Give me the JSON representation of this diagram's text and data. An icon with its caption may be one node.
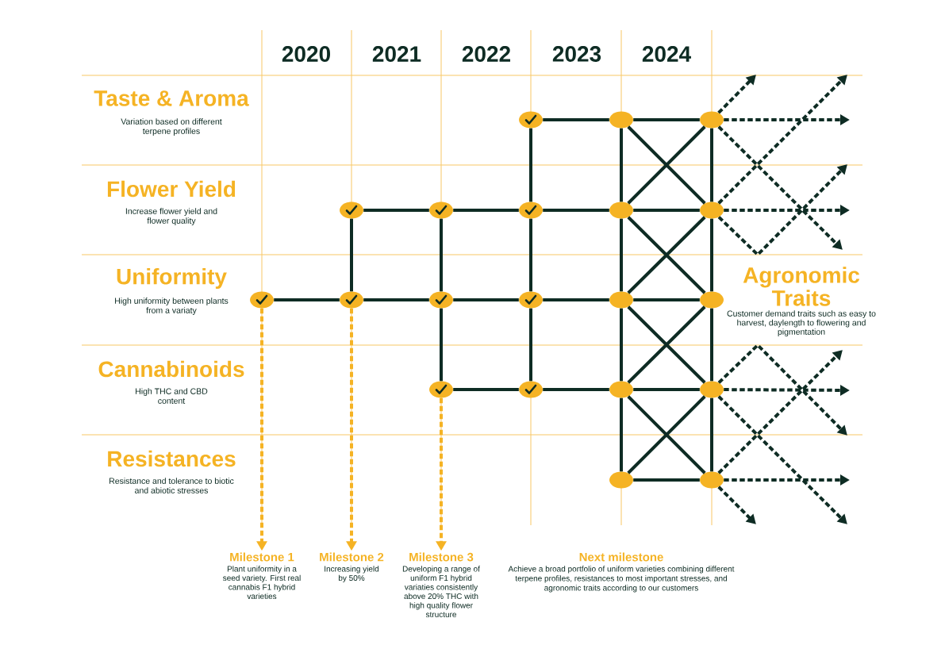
{
  "diagram": {
    "nodes": [
      {
        "text": [],
        "shape": "tick"
      },
      {
        "text": [],
        "shape": "ellipse"
      },
      {
        "text": [],
        "shape": "ellipse"
      },
      {
        "text": [],
        "shape": "tick"
      },
      {
        "text": [],
        "shape": "tick"
      },
      {
        "text": [],
        "shape": "tick"
      },
      {
        "text": [],
        "shape": "ellipse"
      },
      {
        "text": [],
        "shape": "ellipse"
      },
      {
        "text": [],
        "shape": "tick"
      },
      {
        "text": [],
        "shape": "tick"
      },
      {
        "text": [],
        "shape": "tick"
      },
      {
        "text": [],
        "shape": "tick"
      },
      {
        "text": [],
        "shape": "ellipse"
      },
      {
        "text": [],
        "shape": "ellipse"
      },
      {
        "text": [],
        "shape": "tick"
      },
      {
        "text": [],
        "shape": "tick"
      },
      {
        "text": [],
        "shape": "ellipse"
      },
      {
        "text": [],
        "shape": "ellipse"
      },
      {
        "text": [],
        "shape": "ellipse"
      },
      {
        "text": [],
        "shape": "ellipse"
      },
      {
        "text": [
          "Milestone 1",
          "Plant uniformity in a seed variety. First real cannabis F1 hybrid varieties"
        ]
      },
      {
        "text": [
          "Milestone 2",
          "Increasing yield by 50%"
        ]
      },
      {
        "text": [
          "Milestone 3",
          "Developing a range of uniform F1 hybrid variaties consistently above 20% THC with high quality flower structure"
        ]
      }
    ],
    "edges": [
      {
        "from": 0,
        "to": 1,
        "arrow": "none"
      },
      {
        "from": 1,
        "to": 2,
        "arrow": "none"
      },
      {
        "from": 3,
        "to": 4,
        "arrow": "none"
      },
      {
        "from": 4,
        "to": 5,
        "arrow": "none"
      },
      {
        "from": 5,
        "to": 6,
        "arrow": "none"
      },
      {
        "from": 6,
        "to": 7,
        "arrow": "none"
      },
      {
        "from": 8,
        "to": 9,
        "arrow": "none"
      },
      {
        "from": 9,
        "to": 10,
        "arrow": "none"
      },
      {
        "from": 10,
        "to": 11,
        "arrow": "none"
      },
      {
        "from": 11,
        "to": 12,
        "arrow": "none"
      },
      {
        "from": 12,
        "to": 13,
        "arrow": "none"
      },
      {
        "from": 14,
        "to": 15,
        "arrow": "none"
      },
      {
        "from": 15,
        "to": 16,
        "arrow": "none"
      },
      {
        "from": 16,
        "to": 17,
        "arrow": "none"
      },
      {
        "from": 18,
        "to": 19,
        "arrow": "none"
      },
      {
        "from": 0,
        "to": 5,
        "arrow": "none"
      },
      {
        "from": 5,
        "to": 11,
        "arrow": "none"
      },
      {
        "from": 11,
        "to": 15,
        "arrow": "none"
      },
      {
        "from": 3,
        "to": 9,
        "arrow": "none"
      },
      {
        "from": 4,
        "to": 10,
        "arrow": "none"
      },
      {
        "from": 10,
        "to": 14,
        "arrow": "none"
      },
      {
        "from": 1,
        "to": 6,
        "arrow": "none"
      },
      {
        "from": 6,
        "to": 12,
        "arrow": "none"
      },
      {
        "from": 12,
        "to": 16,
        "arrow": "none"
      },
      {
        "from": 16,
        "to": 18,
        "arrow": "none"
      },
      {
        "from": 2,
        "to": 7,
        "arrow": "none"
      },
      {
        "from": 7,
        "to": 13,
        "arrow": "none"
      },
      {
        "from": 13,
        "to": 17,
        "arrow": "none"
      },
      {
        "from": 17,
        "to": 19,
        "arrow": "none"
      },
      {
        "from": 1,
        "to": 7,
        "arrow": "none"
      },
      {
        "from": 2,
        "to": 6,
        "arrow": "none"
      },
      {
        "from": 6,
        "to": 13,
        "arrow": "none"
      },
      {
        "from": 7,
        "to": 12,
        "arrow": "none"
      },
      {
        "from": 12,
        "to": 17,
        "arrow": "none"
      },
      {
        "from": 13,
        "to": 16,
        "arrow": "none"
      },
      {
        "from": 16,
        "to": 19,
        "arrow": "none"
      },
      {
        "from": 17,
        "to": 18,
        "arrow": "none"
      },
      {
        "from": 2,
        "to": null,
        "arrow": "to",
        "style": "dashed"
      },
      {
        "from": 2,
        "to": null,
        "arrow": "to",
        "style": "dashed"
      },
      {
        "from": 2,
        "to": null,
        "arrow": "to",
        "style": "dashed"
      },
      {
        "from": 7,
        "to": null,
        "arrow": "to",
        "style": "dashed"
      },
      {
        "from": 7,
        "to": null,
        "arrow": "to",
        "style": "dashed"
      },
      {
        "from": 7,
        "to": null,
        "arrow": "to",
        "style": "dashed"
      },
      {
        "from": 17,
        "to": null,
        "arrow": "to",
        "style": "dashed"
      },
      {
        "from": 17,
        "to": null,
        "arrow": "to",
        "style": "dashed"
      },
      {
        "from": 17,
        "to": null,
        "arrow": "to",
        "style": "dashed"
      },
      {
        "from": 19,
        "to": null,
        "arrow": "to",
        "style": "dashed"
      },
      {
        "from": 19,
        "to": null,
        "arrow": "to",
        "style": "dashed"
      },
      {
        "from": 19,
        "to": null,
        "arrow": "to",
        "style": "dashed"
      },
      {
        "from": 8,
        "to": 20,
        "arrow": "to",
        "style": "dashed",
        "color": "#f5b324"
      },
      {
        "from": 9,
        "to": 21,
        "arrow": "to",
        "style": "dashed",
        "color": "#f5b324"
      },
      {
        "from": 14,
        "to": 22,
        "arrow": "to",
        "style": "dashed",
        "color": "#f5b324"
      }
    ],
    "labels": [
      "2020",
      "2021",
      "2022",
      "2023",
      "2024",
      "Taste & Aroma",
      "Variation based on different terpene profiles",
      "Flower Yield",
      "Increase flower yield and flower quality",
      "Uniformity",
      "High uniformity between plants from a variaty",
      "Agronomic Traits",
      "Customer demand traits such as easy to harvest, daylength to flowering and pigmentation",
      "Cannabinoids",
      "High THC and CBD content",
      "Resistances",
      "Resistance and tolerance to biotic and abiotic stresses",
      "Next milestone",
      "Achieve a broad portfolio of uniform varieties combining different terpene profiles, resistances to most important stresses, and agronomic traits according to our customers"
    ]
  }
}
